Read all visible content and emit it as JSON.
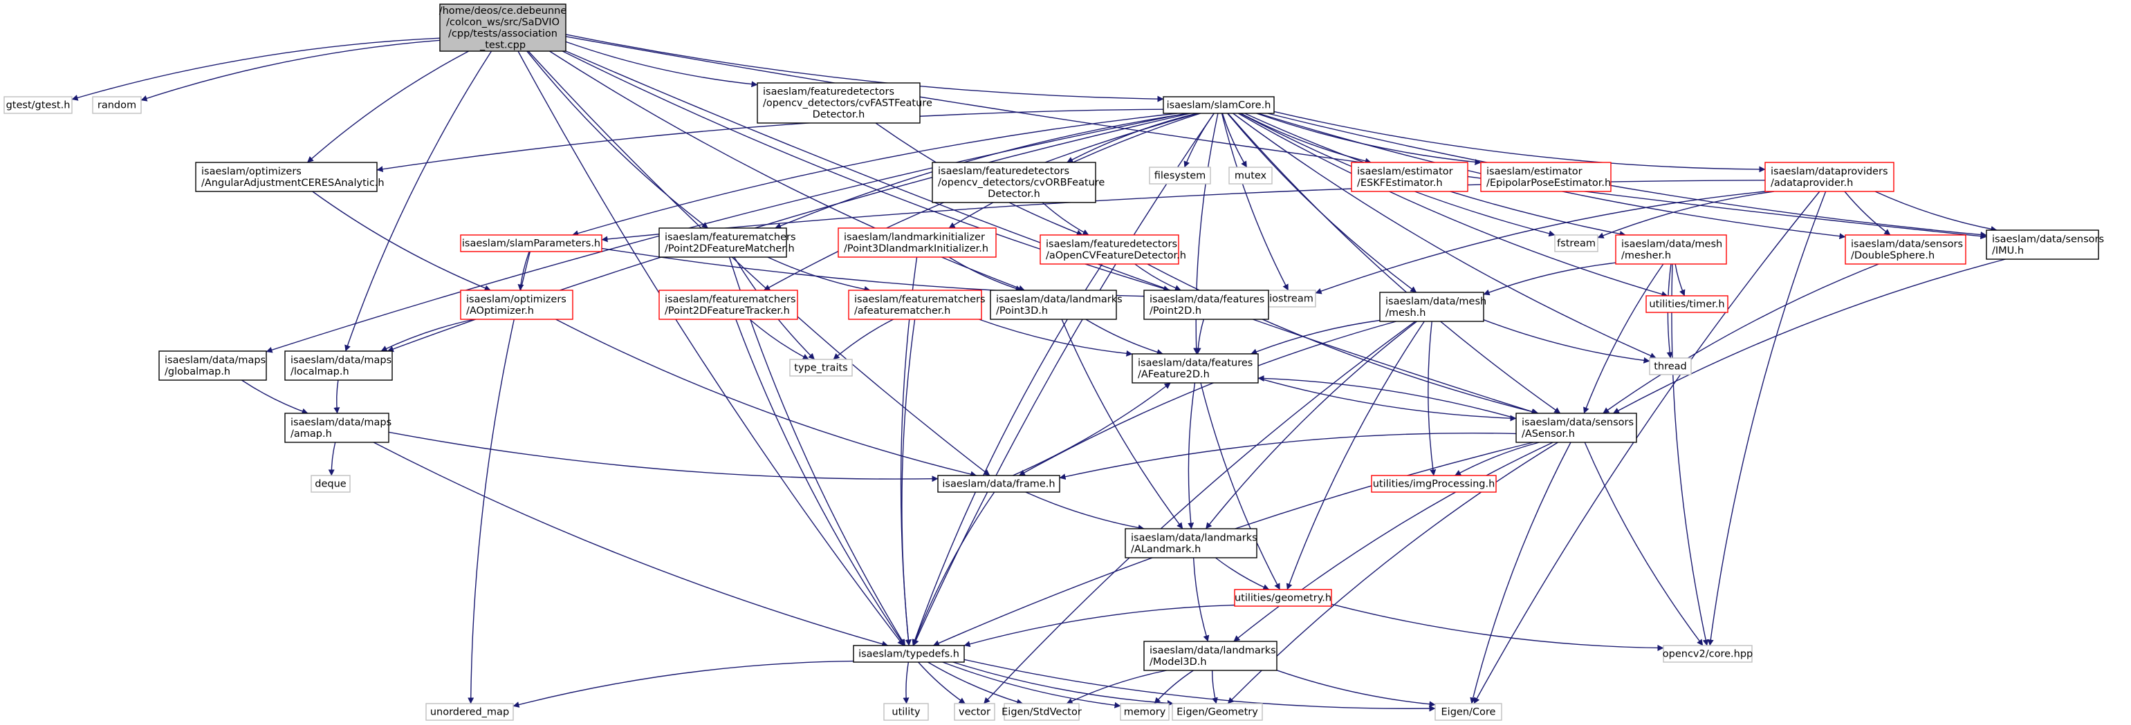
{
  "nodes": [
    {
      "id": "root",
      "lines": [
        "/home/deos/ce.debeunne",
        "/colcon_ws/src/SaDVIO",
        "/cpp/tests/association",
        "_test.cpp"
      ],
      "style": "root",
      "interactable": true
    },
    {
      "id": "gtest",
      "lines": [
        "gtest/gtest.h"
      ],
      "style": "ext",
      "interactable": false
    },
    {
      "id": "random",
      "lines": [
        "random"
      ],
      "style": "ext",
      "interactable": false
    },
    {
      "id": "cvfast",
      "lines": [
        "isaeslam/featuredetectors",
        "/opencv_detectors/cvFASTFeature",
        "Detector.h"
      ],
      "style": "doc",
      "interactable": true
    },
    {
      "id": "slamcore",
      "lines": [
        "isaeslam/slamCore.h"
      ],
      "style": "doc",
      "interactable": true
    },
    {
      "id": "angular",
      "lines": [
        "isaeslam/optimizers",
        "/AngularAdjustmentCERESAnalytic.h"
      ],
      "style": "doc",
      "interactable": true
    },
    {
      "id": "cvorb",
      "lines": [
        "isaeslam/featuredetectors",
        "/opencv_detectors/cvORBFeature",
        "Detector.h"
      ],
      "style": "doc",
      "interactable": true
    },
    {
      "id": "filesystem",
      "lines": [
        "filesystem"
      ],
      "style": "ext",
      "interactable": false
    },
    {
      "id": "mutex",
      "lines": [
        "mutex"
      ],
      "style": "ext",
      "interactable": false
    },
    {
      "id": "eskf",
      "lines": [
        "isaeslam/estimator",
        "/ESKFEstimator.h"
      ],
      "style": "trunc",
      "interactable": true
    },
    {
      "id": "epipolar",
      "lines": [
        "isaeslam/estimator",
        "/EpipolarPoseEstimator.h"
      ],
      "style": "trunc",
      "interactable": true
    },
    {
      "id": "dataprov",
      "lines": [
        "isaeslam/dataproviders",
        "/adataprovider.h"
      ],
      "style": "trunc",
      "interactable": true
    },
    {
      "id": "slamparams",
      "lines": [
        "isaeslam/slamParameters.h"
      ],
      "style": "trunc",
      "interactable": true
    },
    {
      "id": "p2dmatcher",
      "lines": [
        "isaeslam/featurematchers",
        "/Point2DFeatureMatcher.h"
      ],
      "style": "doc",
      "interactable": true
    },
    {
      "id": "p3dinit",
      "lines": [
        "isaeslam/landmarkinitializer",
        "/Point3DlandmarkInitializer.h"
      ],
      "style": "trunc",
      "interactable": true
    },
    {
      "id": "aopencv",
      "lines": [
        "isaeslam/featuredetectors",
        "/aOpenCVFeatureDetector.h"
      ],
      "style": "trunc",
      "interactable": true
    },
    {
      "id": "fstream",
      "lines": [
        "fstream"
      ],
      "style": "ext",
      "interactable": false
    },
    {
      "id": "mesher",
      "lines": [
        "isaeslam/data/mesh",
        "/mesher.h"
      ],
      "style": "trunc",
      "interactable": true
    },
    {
      "id": "doublesphere",
      "lines": [
        "isaeslam/data/sensors",
        "/DoubleSphere.h"
      ],
      "style": "trunc",
      "interactable": true
    },
    {
      "id": "imu",
      "lines": [
        "isaeslam/data/sensors",
        "/IMU.h"
      ],
      "style": "doc",
      "interactable": true
    },
    {
      "id": "iostream",
      "lines": [
        "iostream"
      ],
      "style": "ext",
      "interactable": false
    },
    {
      "id": "timer",
      "lines": [
        "utilities/timer.h"
      ],
      "style": "trunc",
      "interactable": true
    },
    {
      "id": "aoptimizer",
      "lines": [
        "isaeslam/optimizers",
        "/AOptimizer.h"
      ],
      "style": "trunc",
      "interactable": true
    },
    {
      "id": "p2dtracker",
      "lines": [
        "isaeslam/featurematchers",
        "/Point2DFeatureTracker.h"
      ],
      "style": "trunc",
      "interactable": true
    },
    {
      "id": "afeatmatcher",
      "lines": [
        "isaeslam/featurematchers",
        "/afeaturematcher.h"
      ],
      "style": "trunc",
      "interactable": true
    },
    {
      "id": "point3d",
      "lines": [
        "isaeslam/data/landmarks",
        "/Point3D.h"
      ],
      "style": "doc",
      "interactable": true
    },
    {
      "id": "point2d",
      "lines": [
        "isaeslam/data/features",
        "/Point2D.h"
      ],
      "style": "doc",
      "interactable": true
    },
    {
      "id": "mesh",
      "lines": [
        "isaeslam/data/mesh",
        "/mesh.h"
      ],
      "style": "doc",
      "interactable": true
    },
    {
      "id": "globalmap",
      "lines": [
        "isaeslam/data/maps",
        "/globalmap.h"
      ],
      "style": "doc",
      "interactable": true
    },
    {
      "id": "localmap",
      "lines": [
        "isaeslam/data/maps",
        "/localmap.h"
      ],
      "style": "doc",
      "interactable": true
    },
    {
      "id": "typetraits",
      "lines": [
        "type_traits"
      ],
      "style": "ext",
      "interactable": false
    },
    {
      "id": "afeature2d",
      "lines": [
        "isaeslam/data/features",
        "/AFeature2D.h"
      ],
      "style": "doc",
      "interactable": true
    },
    {
      "id": "thread",
      "lines": [
        "thread"
      ],
      "style": "ext",
      "interactable": false
    },
    {
      "id": "asensor",
      "lines": [
        "isaeslam/data/sensors",
        "/ASensor.h"
      ],
      "style": "doc",
      "interactable": true
    },
    {
      "id": "amap",
      "lines": [
        "isaeslam/data/maps",
        "/amap.h"
      ],
      "style": "doc",
      "interactable": true
    },
    {
      "id": "deque",
      "lines": [
        "deque"
      ],
      "style": "ext",
      "interactable": false
    },
    {
      "id": "frame",
      "lines": [
        "isaeslam/data/frame.h"
      ],
      "style": "doc",
      "interactable": true
    },
    {
      "id": "imgproc",
      "lines": [
        "utilities/imgProcessing.h"
      ],
      "style": "trunc",
      "interactable": true
    },
    {
      "id": "alandmark",
      "lines": [
        "isaeslam/data/landmarks",
        "/ALandmark.h"
      ],
      "style": "doc",
      "interactable": true
    },
    {
      "id": "geometry",
      "lines": [
        "utilities/geometry.h"
      ],
      "style": "trunc",
      "interactable": true
    },
    {
      "id": "typedefs",
      "lines": [
        "isaeslam/typedefs.h"
      ],
      "style": "doc",
      "interactable": true
    },
    {
      "id": "model3d",
      "lines": [
        "isaeslam/data/landmarks",
        "/Model3D.h"
      ],
      "style": "doc",
      "interactable": true
    },
    {
      "id": "opencvcore",
      "lines": [
        "opencv2/core.hpp"
      ],
      "style": "ext",
      "interactable": false
    },
    {
      "id": "unorderedmap",
      "lines": [
        "unordered_map"
      ],
      "style": "ext",
      "interactable": false
    },
    {
      "id": "utility",
      "lines": [
        "utility"
      ],
      "style": "ext",
      "interactable": false
    },
    {
      "id": "vector",
      "lines": [
        "vector"
      ],
      "style": "ext",
      "interactable": false
    },
    {
      "id": "stdvector",
      "lines": [
        "Eigen/StdVector"
      ],
      "style": "ext",
      "interactable": false
    },
    {
      "id": "memory",
      "lines": [
        "memory"
      ],
      "style": "ext",
      "interactable": false
    },
    {
      "id": "eigengeom",
      "lines": [
        "Eigen/Geometry"
      ],
      "style": "ext",
      "interactable": false
    },
    {
      "id": "eigencore",
      "lines": [
        "Eigen/Core"
      ],
      "style": "ext",
      "interactable": false
    }
  ],
  "edges": [
    [
      "root",
      "gtest"
    ],
    [
      "root",
      "random"
    ],
    [
      "root",
      "cvfast"
    ],
    [
      "root",
      "slamcore"
    ],
    [
      "root",
      "angular"
    ],
    [
      "root",
      "localmap"
    ],
    [
      "root",
      "frame"
    ],
    [
      "root",
      "typedefs"
    ],
    [
      "root",
      "p2dmatcher"
    ],
    [
      "root",
      "point3d"
    ],
    [
      "root",
      "point2d"
    ],
    [
      "root",
      "imu"
    ],
    [
      "root",
      "asensor"
    ],
    [
      "cvfast",
      "aopencv"
    ],
    [
      "slamcore",
      "angular"
    ],
    [
      "slamcore",
      "cvorb"
    ],
    [
      "slamcore",
      "filesystem"
    ],
    [
      "slamcore",
      "mutex"
    ],
    [
      "slamcore",
      "eskf"
    ],
    [
      "slamcore",
      "epipolar"
    ],
    [
      "slamcore",
      "dataprov"
    ],
    [
      "slamcore",
      "slamparams"
    ],
    [
      "slamcore",
      "p2dmatcher"
    ],
    [
      "slamcore",
      "p3dinit"
    ],
    [
      "slamcore",
      "fstream"
    ],
    [
      "slamcore",
      "mesher"
    ],
    [
      "slamcore",
      "doublesphere"
    ],
    [
      "slamcore",
      "imu"
    ],
    [
      "slamcore",
      "iostream"
    ],
    [
      "slamcore",
      "timer"
    ],
    [
      "slamcore",
      "p2dtracker"
    ],
    [
      "slamcore",
      "globalmap"
    ],
    [
      "slamcore",
      "localmap"
    ],
    [
      "slamcore",
      "afeature2d"
    ],
    [
      "slamcore",
      "thread"
    ],
    [
      "slamcore",
      "mesh"
    ],
    [
      "slamcore",
      "asensor"
    ],
    [
      "slamcore",
      "typedefs"
    ],
    [
      "angular",
      "aoptimizer"
    ],
    [
      "cvorb",
      "aopencv"
    ],
    [
      "dataprov",
      "slamparams"
    ],
    [
      "dataprov",
      "fstream"
    ],
    [
      "dataprov",
      "iostream"
    ],
    [
      "dataprov",
      "doublesphere"
    ],
    [
      "dataprov",
      "imu"
    ],
    [
      "dataprov",
      "opencvcore"
    ],
    [
      "dataprov",
      "eigencore"
    ],
    [
      "slamparams",
      "aoptimizer"
    ],
    [
      "slamparams",
      "iostream"
    ],
    [
      "slamparams",
      "unorderedmap"
    ],
    [
      "p2dmatcher",
      "afeatmatcher"
    ],
    [
      "p2dmatcher",
      "typetraits"
    ],
    [
      "p2dmatcher",
      "typedefs"
    ],
    [
      "p3dinit",
      "point3d"
    ],
    [
      "p3dinit",
      "typedefs"
    ],
    [
      "aopencv",
      "point2d"
    ],
    [
      "aopencv",
      "typedefs"
    ],
    [
      "aopencv",
      "asensor"
    ],
    [
      "mesher",
      "mesh"
    ],
    [
      "mesher",
      "timer"
    ],
    [
      "mesher",
      "thread"
    ],
    [
      "mesher",
      "asensor"
    ],
    [
      "mesher",
      "opencvcore"
    ],
    [
      "doublesphere",
      "asensor"
    ],
    [
      "imu",
      "asensor"
    ],
    [
      "aoptimizer",
      "localmap"
    ],
    [
      "aoptimizer",
      "frame"
    ],
    [
      "p2dtracker",
      "typetraits"
    ],
    [
      "p2dtracker",
      "typedefs"
    ],
    [
      "afeatmatcher",
      "typetraits"
    ],
    [
      "afeatmatcher",
      "afeature2d"
    ],
    [
      "afeatmatcher",
      "typedefs"
    ],
    [
      "point3d",
      "afeature2d"
    ],
    [
      "point3d",
      "alandmark"
    ],
    [
      "point2d",
      "afeature2d"
    ],
    [
      "mesh",
      "afeature2d"
    ],
    [
      "mesh",
      "thread"
    ],
    [
      "mesh",
      "frame"
    ],
    [
      "mesh",
      "alandmark"
    ],
    [
      "mesh",
      "imgproc"
    ],
    [
      "mesh",
      "geometry"
    ],
    [
      "mesh",
      "vector"
    ],
    [
      "globalmap",
      "amap"
    ],
    [
      "localmap",
      "amap"
    ],
    [
      "afeature2d",
      "alandmark"
    ],
    [
      "afeature2d",
      "geometry"
    ],
    [
      "afeature2d",
      "asensor"
    ],
    [
      "asensor",
      "afeature2d"
    ],
    [
      "asensor",
      "frame"
    ],
    [
      "asensor",
      "imgproc"
    ],
    [
      "asensor",
      "typedefs"
    ],
    [
      "asensor",
      "model3d"
    ],
    [
      "asensor",
      "opencvcore"
    ],
    [
      "asensor",
      "eigengeom"
    ],
    [
      "asensor",
      "eigencore"
    ],
    [
      "amap",
      "deque"
    ],
    [
      "amap",
      "frame"
    ],
    [
      "amap",
      "typedefs"
    ],
    [
      "frame",
      "afeature2d"
    ],
    [
      "frame",
      "alandmark"
    ],
    [
      "frame",
      "typedefs"
    ],
    [
      "alandmark",
      "geometry"
    ],
    [
      "alandmark",
      "model3d"
    ],
    [
      "geometry",
      "typedefs"
    ],
    [
      "geometry",
      "opencvcore"
    ],
    [
      "typedefs",
      "unorderedmap"
    ],
    [
      "typedefs",
      "utility"
    ],
    [
      "typedefs",
      "vector"
    ],
    [
      "typedefs",
      "stdvector"
    ],
    [
      "typedefs",
      "memory"
    ],
    [
      "typedefs",
      "eigengeom"
    ],
    [
      "typedefs",
      "eigencore"
    ],
    [
      "model3d",
      "stdvector"
    ],
    [
      "model3d",
      "memory"
    ],
    [
      "model3d",
      "eigengeom"
    ],
    [
      "model3d",
      "eigencore"
    ]
  ],
  "colors": {
    "edge": "#191970",
    "root_fill": "#bfbfbf",
    "root_stroke": "#000000",
    "doc_stroke": "#000000",
    "trunc_stroke": "#ff0000",
    "ext_stroke": "#bfbfbf",
    "text": "#000000"
  }
}
